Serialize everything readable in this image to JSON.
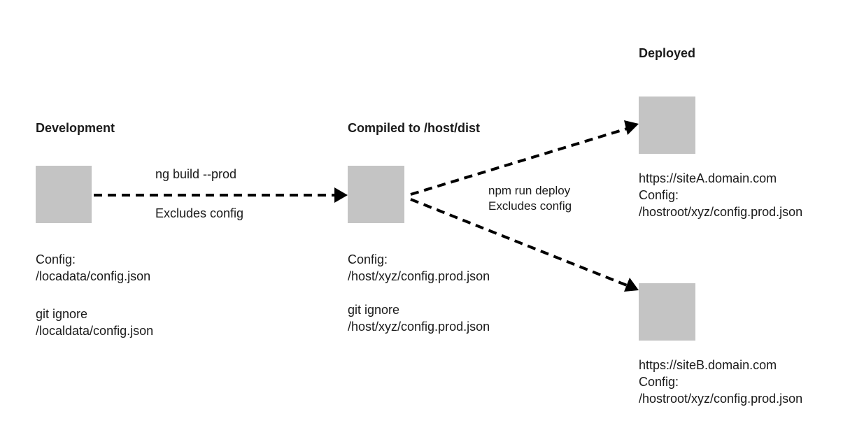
{
  "stages": {
    "development": {
      "title": "Development",
      "config_label": "Config:",
      "config_path": "/locadata/config.json",
      "ignore_label": "git ignore",
      "ignore_path": "/localdata/config.json"
    },
    "compiled": {
      "title": "Compiled to /host/dist",
      "config_label": "Config:",
      "config_path": "/host/xyz/config.prod.json",
      "ignore_label": "git ignore",
      "ignore_path": "/host/xyz/config.prod.json"
    },
    "deployed": {
      "title": "Deployed",
      "site_a": {
        "url": "https://siteA.domain.com",
        "config_label": "Config:",
        "config_path": "/hostroot/xyz/config.prod.json"
      },
      "site_b": {
        "url": "https://siteB.domain.com",
        "config_label": "Config:",
        "config_path": "/hostroot/xyz/config.prod.json"
      }
    }
  },
  "edges": {
    "build": {
      "command": "ng build --prod",
      "note": "Excludes config"
    },
    "deploy": {
      "command": "npm run deploy",
      "note": "Excludes config"
    }
  },
  "colors": {
    "box_fill": "#c4c4c4",
    "arrow": "#000000",
    "text": "#1a1a1a"
  }
}
